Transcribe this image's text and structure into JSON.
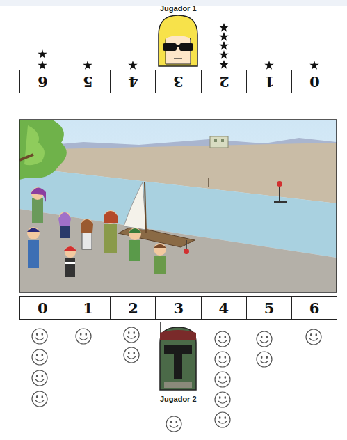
{
  "diagram": {
    "nodes": [
      {
        "text": [
          "6"
        ]
      },
      {
        "text": [
          "5"
        ]
      },
      {
        "text": [
          "4"
        ]
      },
      {
        "text": [
          "3"
        ]
      },
      {
        "text": [
          "2"
        ]
      },
      {
        "text": [
          "1"
        ]
      },
      {
        "text": [
          "0"
        ]
      },
      {
        "text": [
          "0"
        ]
      },
      {
        "text": [
          "1"
        ]
      },
      {
        "text": [
          "2"
        ]
      },
      {
        "text": [
          "3"
        ]
      },
      {
        "text": [
          "4"
        ]
      },
      {
        "text": [
          "5"
        ]
      },
      {
        "text": [
          "6"
        ]
      }
    ],
    "labels": [
      "Jugador 1",
      "Jugador 2"
    ]
  }
}
